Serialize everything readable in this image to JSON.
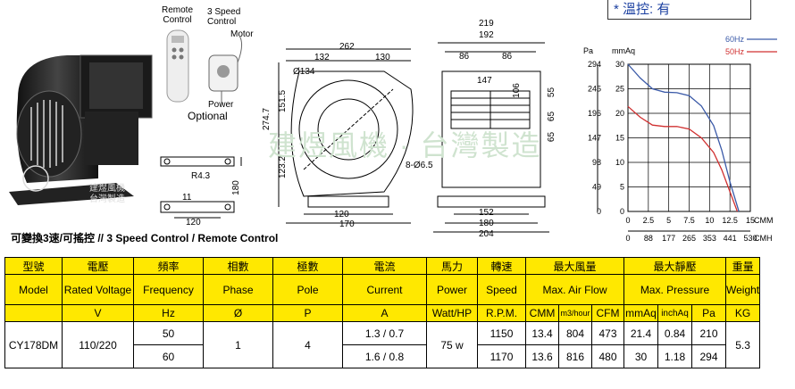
{
  "tag": {
    "text": "* 溫控: 有"
  },
  "remote_label": [
    "Remote",
    "Control"
  ],
  "speed_label": [
    "3 Speed",
    "Control"
  ],
  "motor_label": "Motor",
  "power_label": "Power",
  "optional_label": "Optional",
  "watermark_text": "建煜風機 · 台灣製造",
  "logo_text": [
    "建煜風機",
    "台灣製造"
  ],
  "caption": "可變換3速/可搖控 // 3 Speed Control / Remote Control",
  "dims_side": {
    "d262": "262",
    "d132": "132",
    "d130": "130",
    "d134": "Ø134",
    "d274": "274.7",
    "d151": "151.5",
    "d123": "123.2",
    "d120": "120",
    "d170": "170",
    "hole": "8-Ø6.5"
  },
  "dims_front": {
    "d219": "219",
    "d192": "192",
    "d86a": "86",
    "d86b": "86",
    "d147": "147",
    "d106": "106",
    "d55": "55",
    "d65a": "65",
    "d65b": "65",
    "d152": "152",
    "d180": "180",
    "d204": "204"
  },
  "dims_bracket": {
    "r43": "R4.3",
    "d180": "180",
    "d11": "11",
    "d120": "120"
  },
  "colors": {
    "c60": "#3b5aa8",
    "c50": "#d03030",
    "yellow": "#ffe800"
  },
  "chart_data": {
    "type": "line",
    "title": "",
    "y_left_label": "Pa",
    "y_mid_label": "mmAq",
    "y_pa_ticks": [
      "294",
      "245",
      "196",
      "147",
      "98",
      "49",
      "0"
    ],
    "y_mmaq_ticks": [
      "30",
      "25",
      "20",
      "15",
      "10",
      "5",
      "0"
    ],
    "x_cmm_ticks": [
      "0",
      "2.5",
      "5",
      "7.5",
      "10",
      "12.5",
      "15"
    ],
    "x_cmh_ticks": [
      "0",
      "88",
      "177",
      "265",
      "353",
      "441",
      "530"
    ],
    "x_label_top": "CMM",
    "x_label_bottom": "CMH",
    "xlim": [
      0,
      15
    ],
    "ylim": [
      0,
      30
    ],
    "legend": "top-right",
    "series": [
      {
        "name": "60Hz",
        "color": "#3b5aa8",
        "x": [
          0,
          1.5,
          3,
          4.5,
          6,
          7.5,
          9,
          10.5,
          11.5,
          12.5,
          13.6
        ],
        "y": [
          30,
          27.2,
          25,
          24.3,
          24.2,
          23.6,
          21.5,
          17.5,
          12.5,
          6,
          0
        ]
      },
      {
        "name": "50Hz",
        "color": "#d03030",
        "x": [
          0,
          1.5,
          3,
          4.5,
          6,
          7.5,
          9,
          10.5,
          11.5,
          12.5,
          13.4
        ],
        "y": [
          21.4,
          19.2,
          17.6,
          17.3,
          17.3,
          16.8,
          15,
          12,
          8.5,
          4,
          0
        ]
      }
    ]
  },
  "table": {
    "h1": [
      "型號",
      "電壓",
      "頻率",
      "相數",
      "極數",
      "電流",
      "馬力",
      "轉速",
      "最大風量",
      "最大靜壓",
      "重量"
    ],
    "h2": [
      "Model",
      "Rated Voltage",
      "Frequency",
      "Phase",
      "Pole",
      "Current",
      "Power",
      "Speed",
      "Max. Air Flow",
      "Max. Pressure",
      "Weight"
    ],
    "h3": [
      "V",
      "Hz",
      "Ø",
      "P",
      "A",
      "Watt/HP",
      "R.P.M.",
      "CMM",
      "m3/hour",
      "CFM",
      "mmAq",
      "inchAq",
      "Pa",
      "KG"
    ],
    "model": "CY178DM",
    "voltage": "110/220",
    "phase": "1",
    "pole": "4",
    "power": "75 w",
    "weight": "5.3",
    "rows": [
      {
        "hz": "50",
        "current": "1.3 / 0.7",
        "rpm": "1150",
        "cmm": "13.4",
        "cmh": "804",
        "cfm": "473",
        "mmaq": "21.4",
        "inchaq": "0.84",
        "pa": "210"
      },
      {
        "hz": "60",
        "current": "1.6 / 0.8",
        "rpm": "1170",
        "cmm": "13.6",
        "cmh": "816",
        "cfm": "480",
        "mmaq": "30",
        "inchaq": "1.18",
        "pa": "294"
      }
    ]
  }
}
